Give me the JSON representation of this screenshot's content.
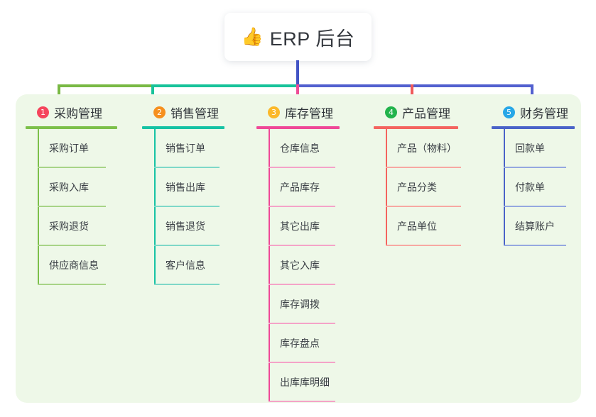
{
  "root": {
    "emoji": "👍",
    "emoji_name": "thumbs-up-icon",
    "title": "ERP 后台"
  },
  "palette": {
    "panel_bg": "#eef8e8",
    "page_bg": "#ffffff",
    "text": "#3a3f45",
    "root_stem": "#4254c5"
  },
  "connectors": {
    "bus_segments": [
      {
        "name": "bus-green",
        "color": "#79b944"
      },
      {
        "name": "bus-teal",
        "color": "#18c39a"
      },
      {
        "name": "bus-blue",
        "color": "#5260cf"
      }
    ],
    "drops": [
      "#79b944",
      "#18c39a",
      "#ee4d96",
      "#f05a5a",
      "#5260cf"
    ]
  },
  "columns": [
    {
      "index": "1",
      "title": "采购管理",
      "badge_color": "#f5455c",
      "line_color": "#7cc04a",
      "leaf_line_color": "#a8d487",
      "items": [
        {
          "label": "采购订单"
        },
        {
          "label": "采购入库"
        },
        {
          "label": "采购退货"
        },
        {
          "label": "供应商信息"
        }
      ]
    },
    {
      "index": "2",
      "title": "销售管理",
      "badge_color": "#f6901e",
      "line_color": "#16c3a4",
      "leaf_line_color": "#7ed8c8",
      "items": [
        {
          "label": "销售订单"
        },
        {
          "label": "销售出库"
        },
        {
          "label": "销售退货"
        },
        {
          "label": "客户信息"
        }
      ]
    },
    {
      "index": "3",
      "title": "库存管理",
      "badge_color": "#fbb829",
      "line_color": "#ef4897",
      "leaf_line_color": "#f4a3c8",
      "items": [
        {
          "label": "仓库信息"
        },
        {
          "label": "产品库存"
        },
        {
          "label": "其它出库"
        },
        {
          "label": "其它入库"
        },
        {
          "label": "库存调拨"
        },
        {
          "label": "库存盘点"
        },
        {
          "label": "出库库明细"
        }
      ]
    },
    {
      "index": "4",
      "title": "产品管理",
      "badge_color": "#22b34c",
      "line_color": "#f4645f",
      "leaf_line_color": "#f7a8a2",
      "items": [
        {
          "label": "产品（物料）"
        },
        {
          "label": "产品分类"
        },
        {
          "label": "产品单位"
        }
      ]
    },
    {
      "index": "5",
      "title": "财务管理",
      "badge_color": "#27a7e7",
      "line_color": "#4a63c8",
      "leaf_line_color": "#95a8e0",
      "items": [
        {
          "label": "回款单"
        },
        {
          "label": "付款单"
        },
        {
          "label": "结算账户"
        }
      ]
    }
  ]
}
